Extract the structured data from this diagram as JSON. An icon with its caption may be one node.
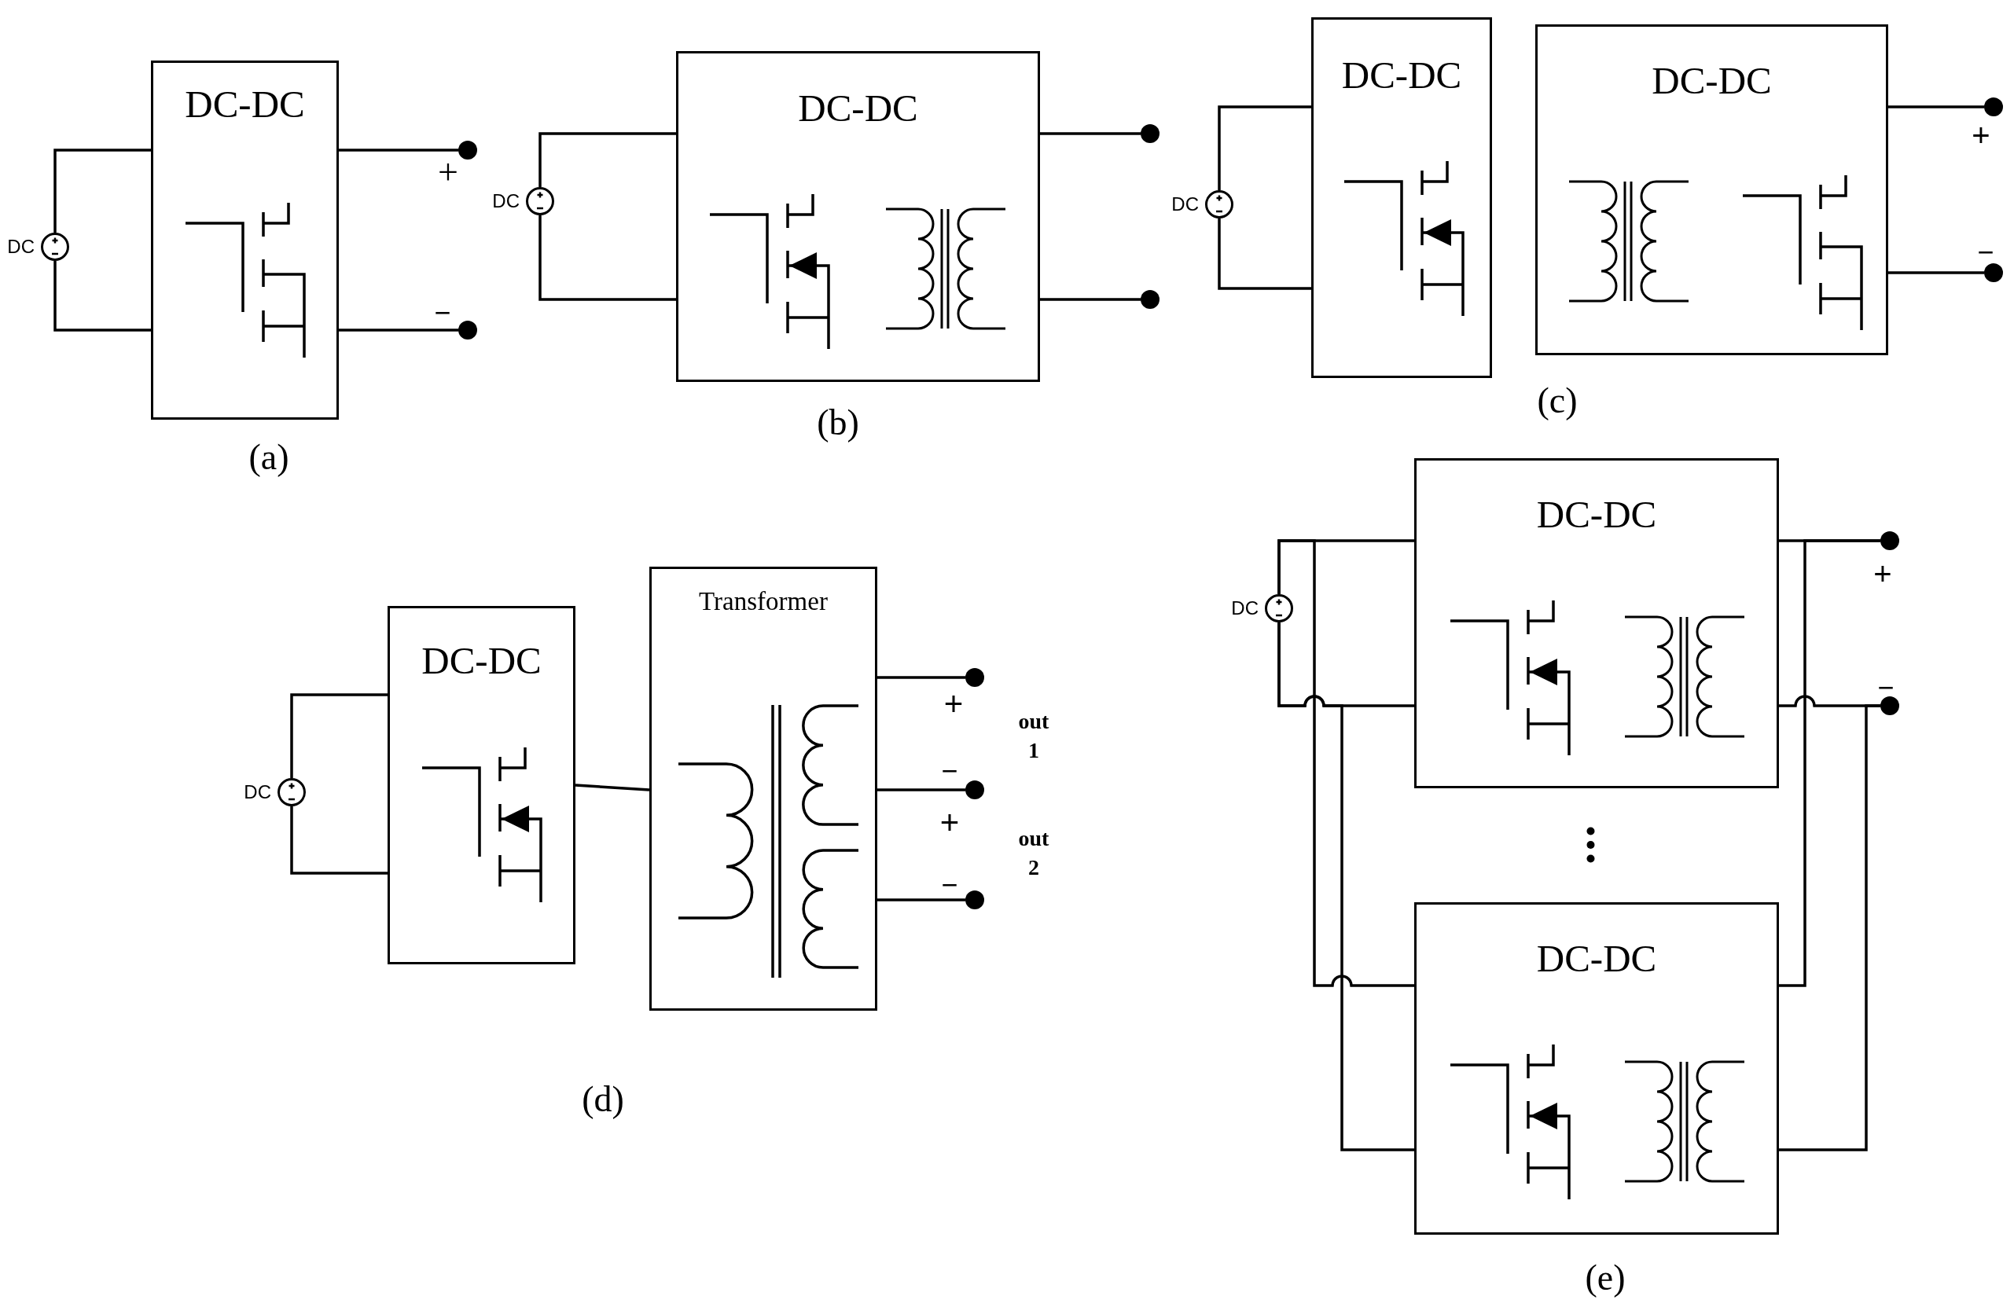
{
  "diagram": {
    "nodes": [
      {
        "text": [],
        "shape": "circle",
        "beside": [
          "DC"
        ]
      },
      {
        "text": [
          "DC-DC"
        ]
      },
      {
        "text": [],
        "shape": "dot"
      },
      {
        "text": [],
        "shape": "dot"
      },
      {
        "text": [],
        "shape": "circle",
        "beside": [
          "DC"
        ]
      },
      {
        "text": [
          "DC-DC"
        ]
      },
      {
        "text": [],
        "shape": "dot"
      },
      {
        "text": [],
        "shape": "dot"
      },
      {
        "text": [],
        "shape": "circle",
        "beside": [
          "DC"
        ]
      },
      {
        "text": [
          "DC-DC"
        ]
      },
      {
        "text": [
          "DC-DC"
        ]
      },
      {
        "text": [],
        "shape": "dot"
      },
      {
        "text": [],
        "shape": "dot"
      },
      {
        "text": [],
        "shape": "circle",
        "beside": [
          "DC"
        ]
      },
      {
        "text": [
          "DC-DC"
        ]
      },
      {
        "text": [
          "Transformer"
        ]
      },
      {
        "text": [],
        "shape": "dot"
      },
      {
        "text": [],
        "shape": "dot"
      },
      {
        "text": [],
        "shape": "dot"
      },
      {
        "text": [],
        "shape": "circle",
        "beside": [
          "DC"
        ]
      },
      {
        "text": [
          "DC-DC"
        ]
      },
      {
        "text": [],
        "shape": "dot"
      },
      {
        "text": [],
        "shape": "dot"
      },
      {
        "text": [
          "DC-DC"
        ]
      }
    ],
    "edges": [
      {
        "from": 0,
        "to": 1,
        "arrow": "none"
      },
      {
        "from": 0,
        "to": 1,
        "arrow": "none"
      },
      {
        "from": 1,
        "to": 2,
        "arrow": "none"
      },
      {
        "from": 1,
        "to": 3,
        "arrow": "none"
      },
      {
        "from": 4,
        "to": 5,
        "arrow": "none"
      },
      {
        "from": 4,
        "to": 5,
        "arrow": "none"
      },
      {
        "from": 5,
        "to": 6,
        "arrow": "none"
      },
      {
        "from": 5,
        "to": 7,
        "arrow": "none"
      },
      {
        "from": 8,
        "to": 9,
        "arrow": "none"
      },
      {
        "from": 8,
        "to": 9,
        "arrow": "none"
      },
      {
        "from": 10,
        "to": 11,
        "arrow": "none"
      },
      {
        "from": 10,
        "to": 12,
        "arrow": "none"
      },
      {
        "from": 13,
        "to": 14,
        "arrow": "none"
      },
      {
        "from": 13,
        "to": 14,
        "arrow": "none"
      },
      {
        "from": 14,
        "to": 15,
        "arrow": "none"
      },
      {
        "from": 15,
        "to": 16,
        "arrow": "none"
      },
      {
        "from": 15,
        "to": 17,
        "arrow": "none"
      },
      {
        "from": 15,
        "to": 18,
        "arrow": "none"
      },
      {
        "from": 19,
        "to": 20,
        "arrow": "none"
      },
      {
        "from": 19,
        "to": 23,
        "arrow": "none"
      },
      {
        "from": 19,
        "to": 20,
        "arrow": "none"
      },
      {
        "from": 19,
        "to": 23,
        "arrow": "none"
      },
      {
        "from": 20,
        "to": 21,
        "arrow": "none"
      },
      {
        "from": 23,
        "to": 21,
        "arrow": "none"
      },
      {
        "from": 20,
        "to": 22,
        "arrow": "none"
      },
      {
        "from": 23,
        "to": 22,
        "arrow": "none"
      }
    ],
    "labels": [
      "+",
      "−",
      "(a)",
      "(b)",
      "+",
      "−",
      "(c)",
      "+",
      "out 1",
      "−",
      "+",
      "out 2",
      "−",
      "(d)",
      "+",
      "−",
      "(e)"
    ]
  }
}
